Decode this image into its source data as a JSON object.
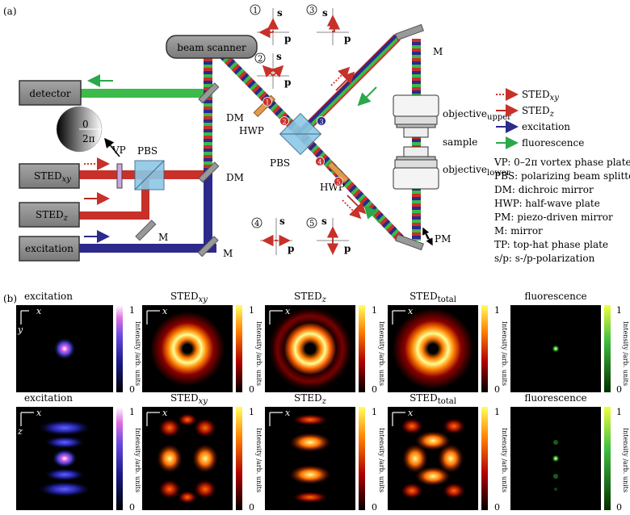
{
  "panel_a": {
    "label": "(a)",
    "boxes": {
      "beam_scanner": "beam scanner",
      "detector": "detector",
      "sted_xy": "STED",
      "sted_xy_sub": "xy",
      "sted_z": "STED",
      "sted_z_sub": "z",
      "excitation": "excitation"
    },
    "components": {
      "dm": "DM",
      "pbs": "PBS",
      "vp": "VP",
      "m": "M",
      "hwp": "HWP",
      "pm": "PM",
      "zero": "0",
      "two_pi": "2π",
      "objective": "objective",
      "upper": "upper",
      "lower": "lower",
      "sample": "sample"
    },
    "pol_numbers": [
      "1",
      "2",
      "3",
      "4",
      "5"
    ],
    "pol_axes": {
      "s": "s",
      "p": "p"
    },
    "legend": [
      {
        "main": "STED",
        "sub": "xy",
        "color": "#d9302b",
        "style": "dotted"
      },
      {
        "main": "STED",
        "sub": "z",
        "color": "#b22a22",
        "style": "solid"
      },
      {
        "main": "excitation",
        "sub": "",
        "color": "#2c2a8a",
        "style": "solid"
      },
      {
        "main": "fluorescence",
        "sub": "",
        "color": "#2aa84a",
        "style": "solid"
      }
    ],
    "abbreviations": [
      "VP: 0–2π vortex phase plate",
      "PBS: polarizing beam splitter",
      "DM: dichroic mirror",
      "HWP: half-wave plate",
      "PM: piezo-driven mirror",
      "M: mirror",
      "TP: top-hat phase plate",
      "s/p: s-/p-polarization"
    ],
    "colors": {
      "sted": "#c8302a",
      "excitation": "#2c2a8a",
      "fluorescence": "#3cba4a",
      "green_beam": "#3cba4a",
      "pbs": "#8cc8e6",
      "hwp": "#e39a4a",
      "vp": "#c9a6de",
      "box": "#8c8c8c"
    }
  },
  "panel_b": {
    "label": "(b)",
    "row1": [
      {
        "title": "excitation",
        "sub": "",
        "cmap": "excitation"
      },
      {
        "title": "STED",
        "sub": "xy",
        "cmap": "hot"
      },
      {
        "title": "STED",
        "sub": "z",
        "cmap": "hot"
      },
      {
        "title": "STED",
        "sub": "total",
        "cmap": "hot"
      },
      {
        "title": "fluorescence",
        "sub": "",
        "cmap": "green"
      }
    ],
    "row2": [
      {
        "title": "excitation",
        "sub": "",
        "cmap": "excitation"
      },
      {
        "title": "STED",
        "sub": "xy",
        "cmap": "hot"
      },
      {
        "title": "STED",
        "sub": "z",
        "cmap": "hot"
      },
      {
        "title": "STED",
        "sub": "total",
        "cmap": "hot"
      },
      {
        "title": "fluorescence",
        "sub": "",
        "cmap": "green"
      }
    ],
    "axes_row1": {
      "h": "x",
      "v": "y"
    },
    "axes_row2": {
      "h": "x",
      "v": "z"
    },
    "colorbar": {
      "max": "1",
      "min": "0",
      "label": "Intensity /arb. units"
    }
  }
}
